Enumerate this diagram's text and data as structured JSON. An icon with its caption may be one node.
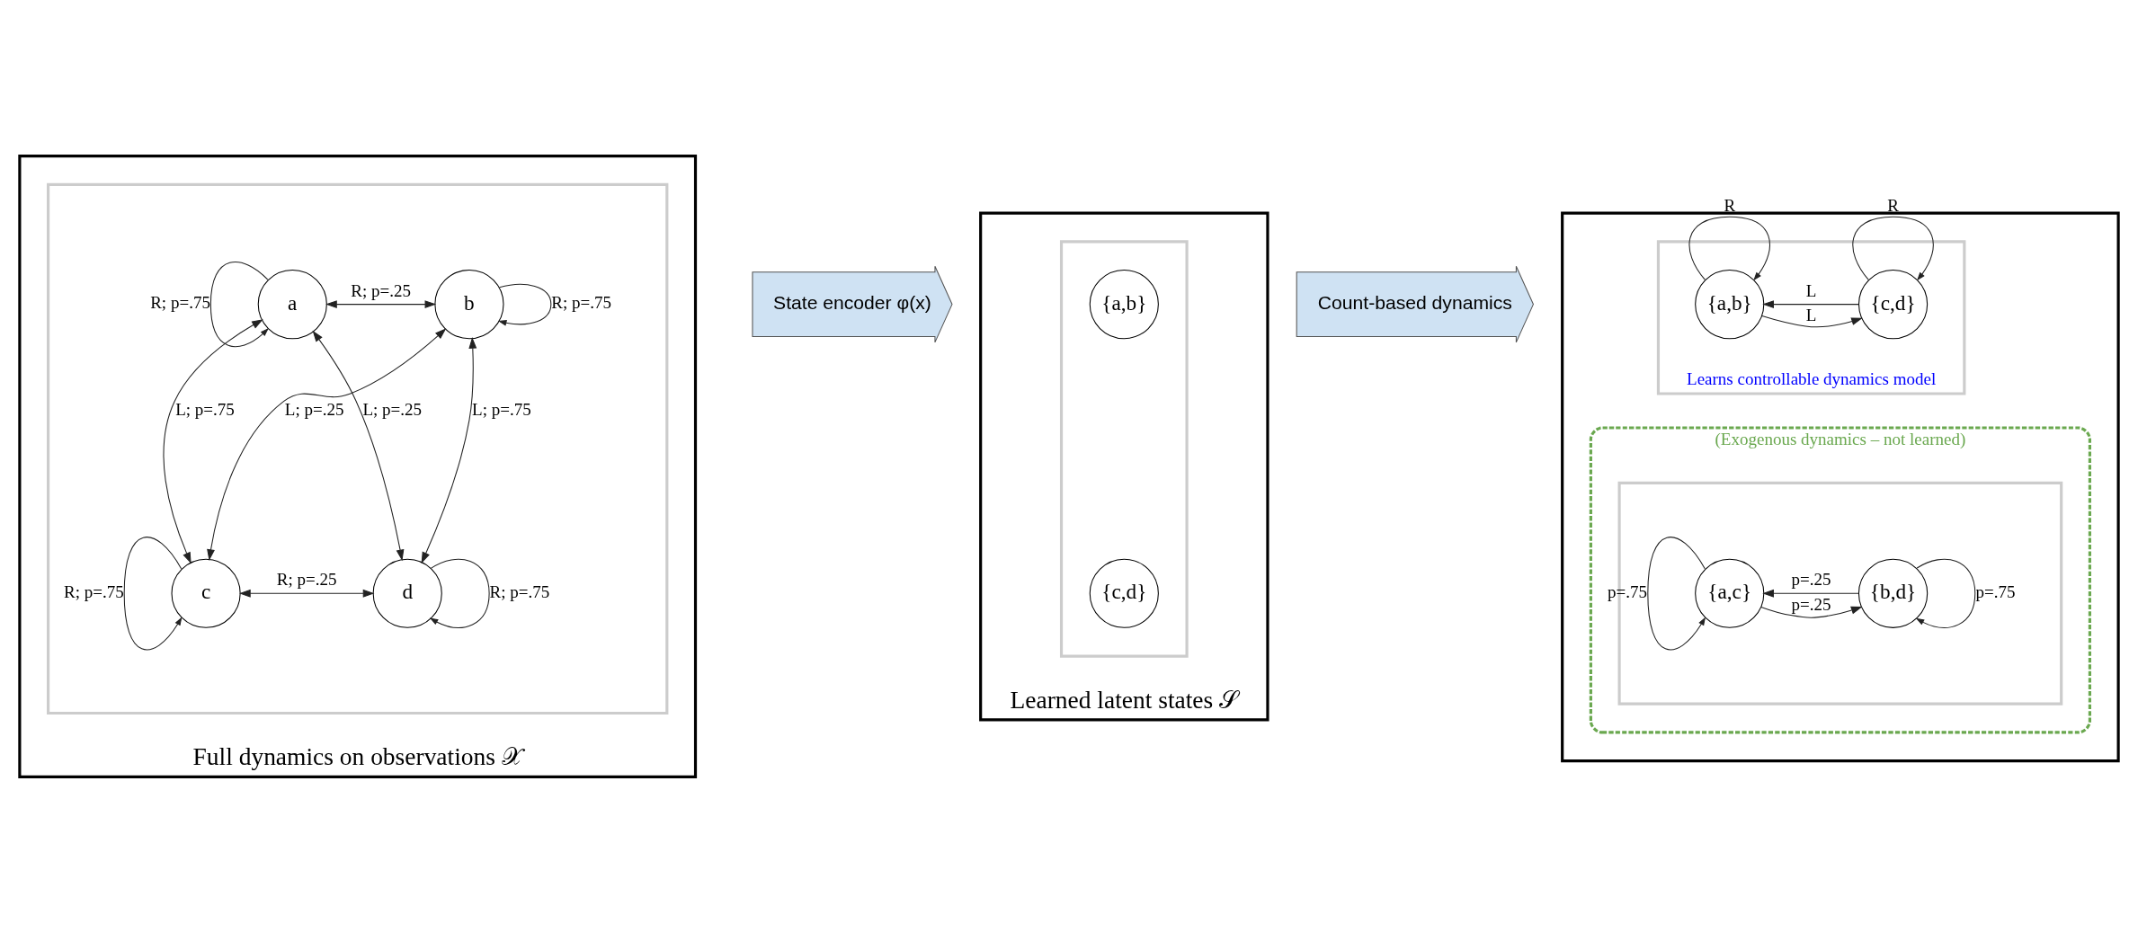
{
  "diagram": {
    "nodes": [
      {
        "text": [
          "Full dynamics on observations 𝒳"
        ]
      },
      {
        "text": [],
        "shape": "box",
        "in": 0
      },
      {
        "text": [
          "a"
        ],
        "in": 1
      },
      {
        "text": [
          "b"
        ],
        "in": 1
      },
      {
        "text": [
          "c"
        ],
        "in": 1
      },
      {
        "text": [
          "d"
        ],
        "in": 1
      },
      {
        "text": [
          "State encoder φ(x)"
        ]
      },
      {
        "text": [
          "Learned latent states 𝒮"
        ]
      },
      {
        "text": [],
        "shape": "box",
        "in": 7
      },
      {
        "text": [
          "{a,b}"
        ],
        "in": 8
      },
      {
        "text": [
          "{c,d}"
        ],
        "in": 8
      },
      {
        "text": [
          "Count-based dynamics"
        ]
      },
      {
        "text": [],
        "shape": "box"
      },
      {
        "text": [
          "Learns controllable dynamics model"
        ],
        "in": 12
      },
      {
        "text": [
          "{a,b}"
        ],
        "in": 13
      },
      {
        "text": [
          "{c,d}"
        ],
        "in": 13
      },
      {
        "text": [
          "(Exogenous dynamics – not learned)"
        ],
        "in": 12
      },
      {
        "text": [],
        "shape": "box",
        "in": 16
      },
      {
        "text": [
          "{a,c}"
        ],
        "in": 17
      },
      {
        "text": [
          "{b,d}"
        ],
        "in": 17
      }
    ],
    "edges": [
      {
        "from": 2,
        "to": 2,
        "arrow": "to",
        "label": "R; p=.75"
      },
      {
        "from": 2,
        "to": 3,
        "arrow": "both",
        "label": "R; p=.25"
      },
      {
        "from": 3,
        "to": 3,
        "arrow": "to",
        "label": "R; p=.75"
      },
      {
        "from": 2,
        "to": 4,
        "arrow": "both",
        "label": "L; p=.75"
      },
      {
        "from": 3,
        "to": 5,
        "arrow": "both",
        "label": "L; p=.75"
      },
      {
        "from": 4,
        "to": 3,
        "arrow": "both",
        "label": "L; p=.25"
      },
      {
        "from": 2,
        "to": 5,
        "arrow": "both",
        "label": "L; p=.25"
      },
      {
        "from": 4,
        "to": 4,
        "arrow": "to",
        "label": "R; p=.75"
      },
      {
        "from": 5,
        "to": 5,
        "arrow": "to",
        "label": "R; p=.75"
      },
      {
        "from": 4,
        "to": 5,
        "arrow": "both",
        "label": "R; p=.25"
      },
      {
        "from": 14,
        "to": 14,
        "arrow": "to",
        "label": "R"
      },
      {
        "from": 15,
        "to": 15,
        "arrow": "to",
        "label": "R"
      },
      {
        "from": 15,
        "to": 14,
        "arrow": "to",
        "label": "L"
      },
      {
        "from": 14,
        "to": 15,
        "arrow": "to",
        "label": "L"
      },
      {
        "from": 18,
        "to": 18,
        "arrow": "to",
        "label": "p=.75"
      },
      {
        "from": 19,
        "to": 19,
        "arrow": "to",
        "label": "p=.75"
      },
      {
        "from": 19,
        "to": 18,
        "arrow": "to",
        "label": "p=.25"
      },
      {
        "from": 18,
        "to": 19,
        "arrow": "to",
        "label": "p=.25"
      }
    ]
  }
}
